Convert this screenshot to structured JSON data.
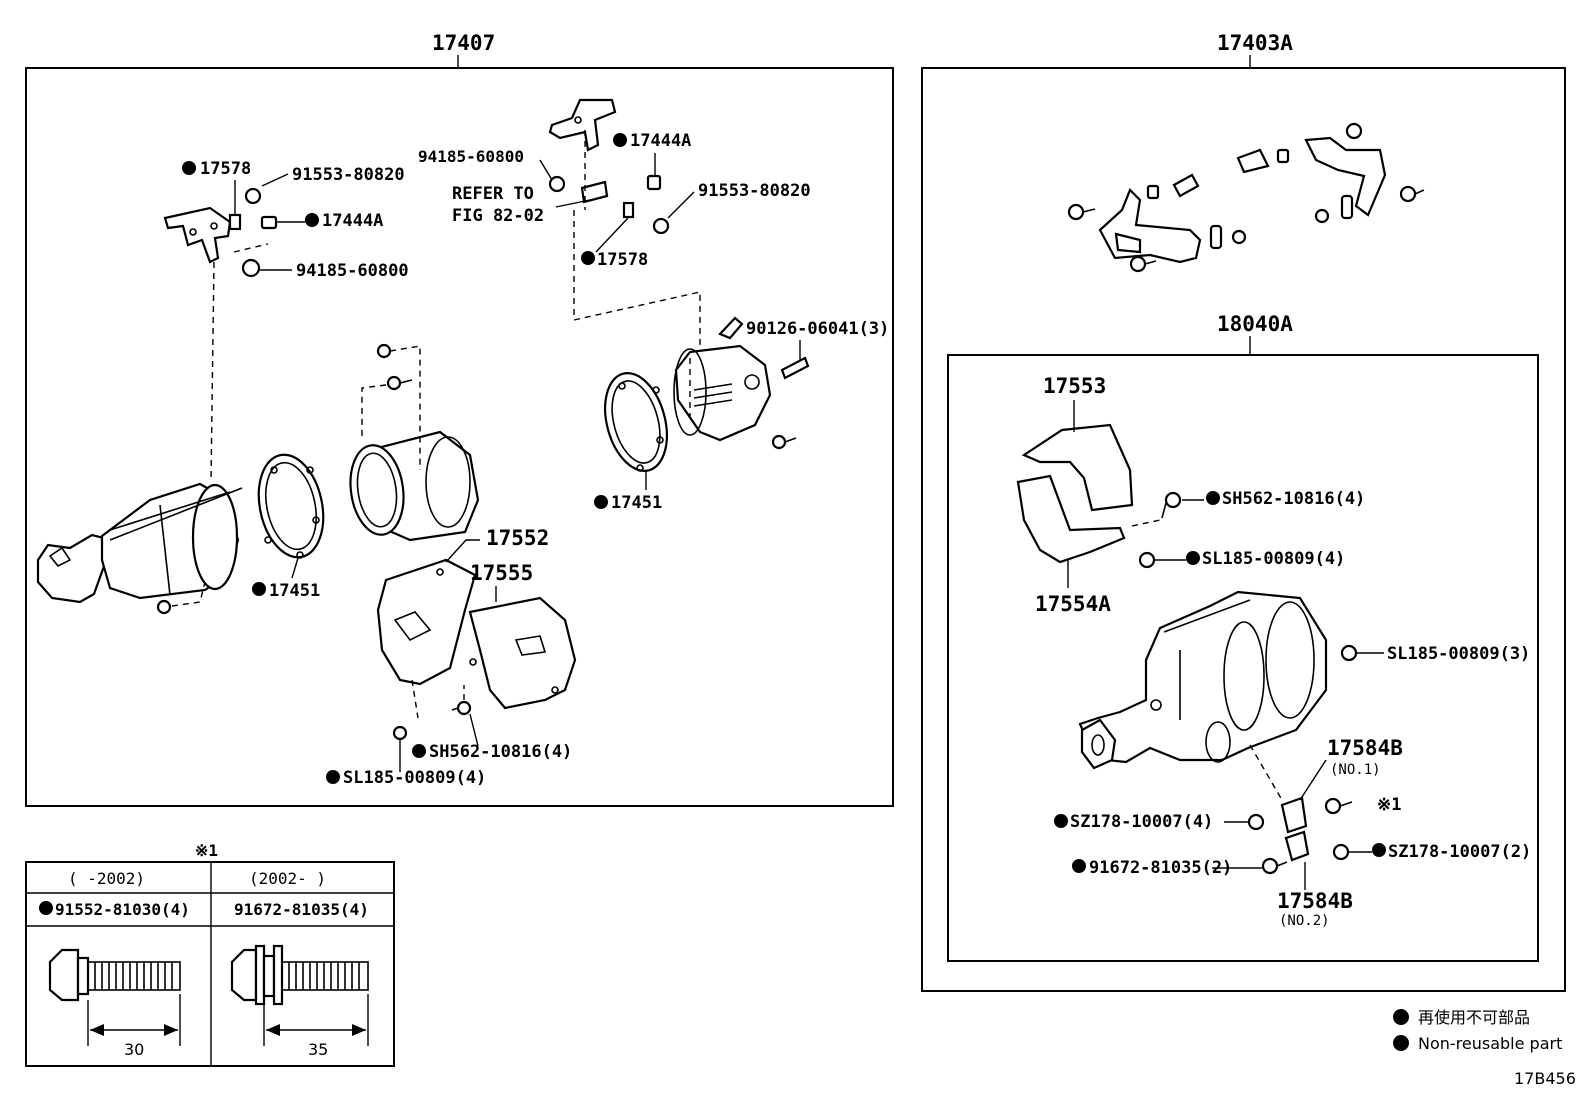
{
  "diagram": {
    "group_left": "17407",
    "group_right": "17403A",
    "group_inner": "18040A",
    "left_labels": {
      "p17578_a": "17578",
      "p91553_a": "91553-80820",
      "p17444a_a": "17444A",
      "p94185_a": "94185-60800",
      "p94185_b": "94185-60800",
      "p17444a_b": "17444A",
      "refer": "REFER TO",
      "fig": "FIG 82-02",
      "p91553_b": "91553-80820",
      "p17578_b": "17578",
      "p90126": "90126-06041(3)",
      "p17451_a": "17451",
      "p17451_b": "17451",
      "p17552": "17552",
      "p17555": "17555",
      "psh562": "SH562-10816(4)",
      "psl185": "SL185-00809(4)"
    },
    "right_labels": {
      "p17553": "17553",
      "p17554a": "17554A",
      "psh562": "SH562-10816(4)",
      "psl185_4": "SL185-00809(4)",
      "psl185_3": "SL185-00809(3)",
      "p17584b_1": "17584B",
      "no1": "(NO.1)",
      "ref1": "※1",
      "psz178_4": "SZ178-10007(4)",
      "psz178_2": "SZ178-10007(2)",
      "p91672": "91672-81035(2)",
      "p17584b_2": "17584B",
      "no2": "(NO.2)"
    },
    "footnote_table": {
      "marker": "※1",
      "col1_range": "(      -2002)",
      "col2_range": "(2002-      )",
      "col1_part": "91552-81030(4)",
      "col2_part": "91672-81035(4)",
      "col1_length": "30",
      "col2_length": "35"
    },
    "legend": {
      "jp": "再使用不可部品",
      "en": "Non-reusable part"
    },
    "figure_code": "17B456"
  }
}
